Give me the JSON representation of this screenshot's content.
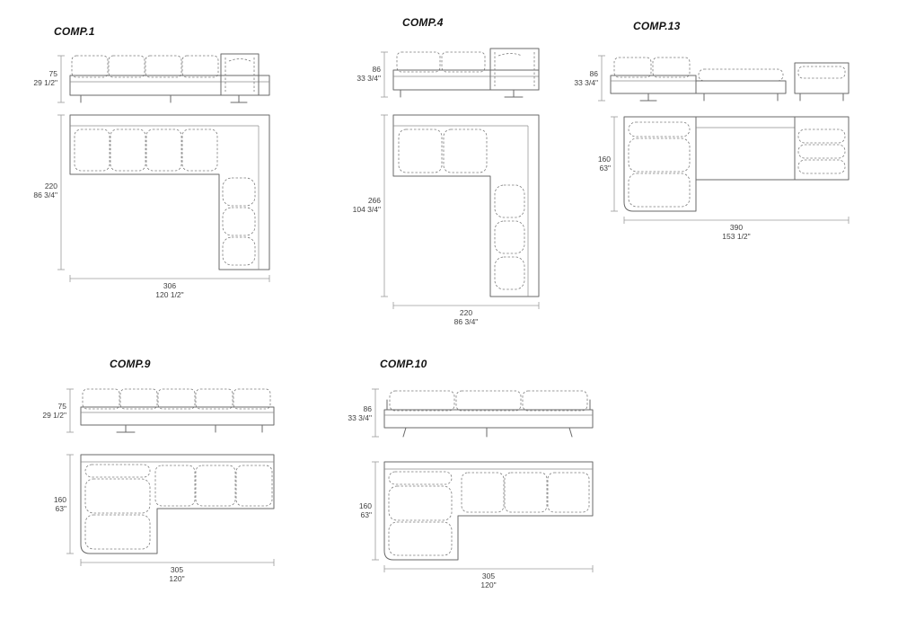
{
  "page": {
    "background": "#ffffff",
    "line_color": "#6a6a6a",
    "dash_color": "#7c7c7c",
    "dim_text_color": "#3f3f3f",
    "title_color": "#141414"
  },
  "compositions": [
    {
      "title": "COMP.1",
      "front": {
        "height_cm": "75",
        "height_in": "29 1/2\""
      },
      "plan": {
        "depth_cm": "220",
        "depth_in": "86 3/4\"",
        "width_cm": "306",
        "width_in": "120 1/2\""
      }
    },
    {
      "title": "COMP.4",
      "front": {
        "height_cm": "86",
        "height_in": "33 3/4\""
      },
      "plan": {
        "depth_cm": "266",
        "depth_in": "104 3/4\"",
        "width_cm": "220",
        "width_in": "86 3/4\""
      }
    },
    {
      "title": "COMP.13",
      "front": {
        "height_cm": "86",
        "height_in": "33 3/4\""
      },
      "plan": {
        "depth_cm": "160",
        "depth_in": "63\"",
        "width_cm": "390",
        "width_in": "153 1/2\""
      }
    },
    {
      "title": "COMP.9",
      "front": {
        "height_cm": "75",
        "height_in": "29 1/2\""
      },
      "plan": {
        "depth_cm": "160",
        "depth_in": "63\"",
        "width_cm": "305",
        "width_in": "120\""
      }
    },
    {
      "title": "COMP.10",
      "front": {
        "height_cm": "86",
        "height_in": "33 3/4\""
      },
      "plan": {
        "depth_cm": "160",
        "depth_in": "63\"",
        "width_cm": "305",
        "width_in": "120\""
      }
    }
  ]
}
